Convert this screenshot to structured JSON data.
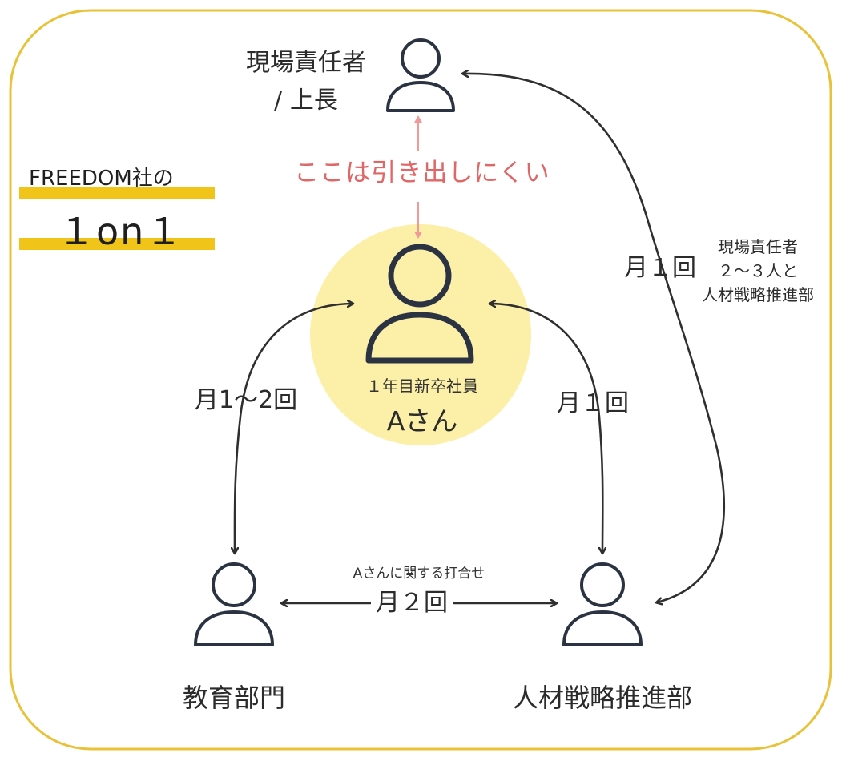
{
  "title": {
    "line1": "FREEDOM社の",
    "line2": "１on１"
  },
  "nodes": {
    "top": {
      "label_line1": "現場責任者",
      "label_line2": "/ 上長",
      "icon": "person-icon"
    },
    "center": {
      "sublabel": "１年目新卒社員",
      "label": "Aさん",
      "icon": "person-icon"
    },
    "bottom_left": {
      "label": "教育部門",
      "icon": "person-icon"
    },
    "bottom_right": {
      "label": "人材戦略推進部",
      "icon": "person-icon"
    }
  },
  "annotations": {
    "warning": "ここは引き出しにくい",
    "right_note_line1": "現場責任者",
    "right_note_line2": "２〜３人と",
    "right_note_line3": "人材戦略推進部",
    "meeting_note": "Aさんに関する打合せ"
  },
  "frequencies": {
    "left": "月1〜2回",
    "right": "月１回",
    "far_right": "月１回",
    "bottom": "月２回"
  },
  "colors": {
    "frame": "#e8c33a",
    "title_bar": "#f0c419",
    "highlight_circle": "#fcf0a8",
    "warning_text": "#e06767",
    "warning_arrow": "#f09a9a",
    "ink": "#2b3342"
  }
}
